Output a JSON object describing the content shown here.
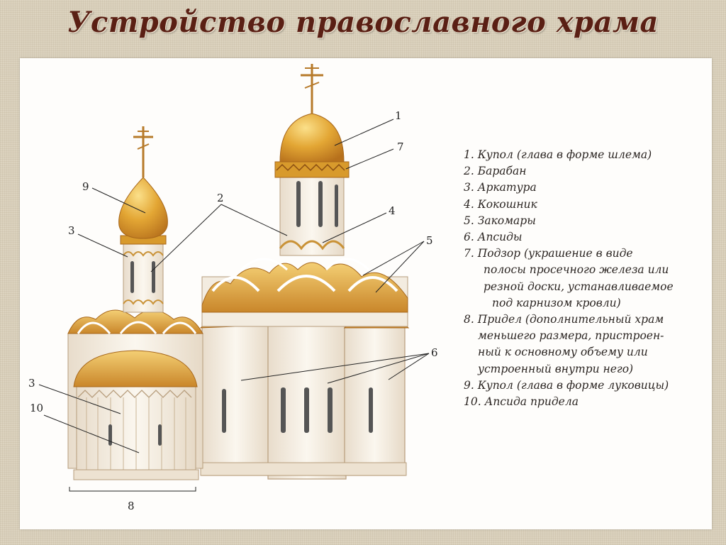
{
  "title": "Устройство православного храма",
  "legend": [
    {
      "lines": [
        "1. Купол (глава в форме шлема)"
      ]
    },
    {
      "lines": [
        "2. Барабан"
      ]
    },
    {
      "lines": [
        "3. Аркатура"
      ]
    },
    {
      "lines": [
        "4. Кокошник"
      ]
    },
    {
      "lines": [
        "5. Закомары"
      ]
    },
    {
      "lines": [
        "6. Апсиды"
      ]
    },
    {
      "lines": [
        "7. Подзор (украшение в виде",
        "полосы просечного железа или",
        "резной доски, устанавливаемое",
        "под карнизом кровли)"
      ]
    },
    {
      "lines": [
        "8. Придел (дополнительный храм",
        "меньшего размера, пристроен-",
        "ный к основному объему или",
        "устроенный внутри него)"
      ]
    },
    {
      "lines": [
        "9. Купол (глава в форме луковицы)"
      ]
    },
    {
      "lines": [
        "10. Апсида придела"
      ]
    }
  ],
  "callouts": {
    "n1": "1",
    "n7": "7",
    "n2": "2",
    "n4": "4",
    "n9": "9",
    "n3a": "3",
    "n5": "5",
    "n6": "6",
    "n3b": "3",
    "n10": "10",
    "n8": "8"
  },
  "colors": {
    "gold": "#d89a2c",
    "gold_light": "#f3c968",
    "wall": "#f7f1e6",
    "title": "#5a1f14"
  }
}
